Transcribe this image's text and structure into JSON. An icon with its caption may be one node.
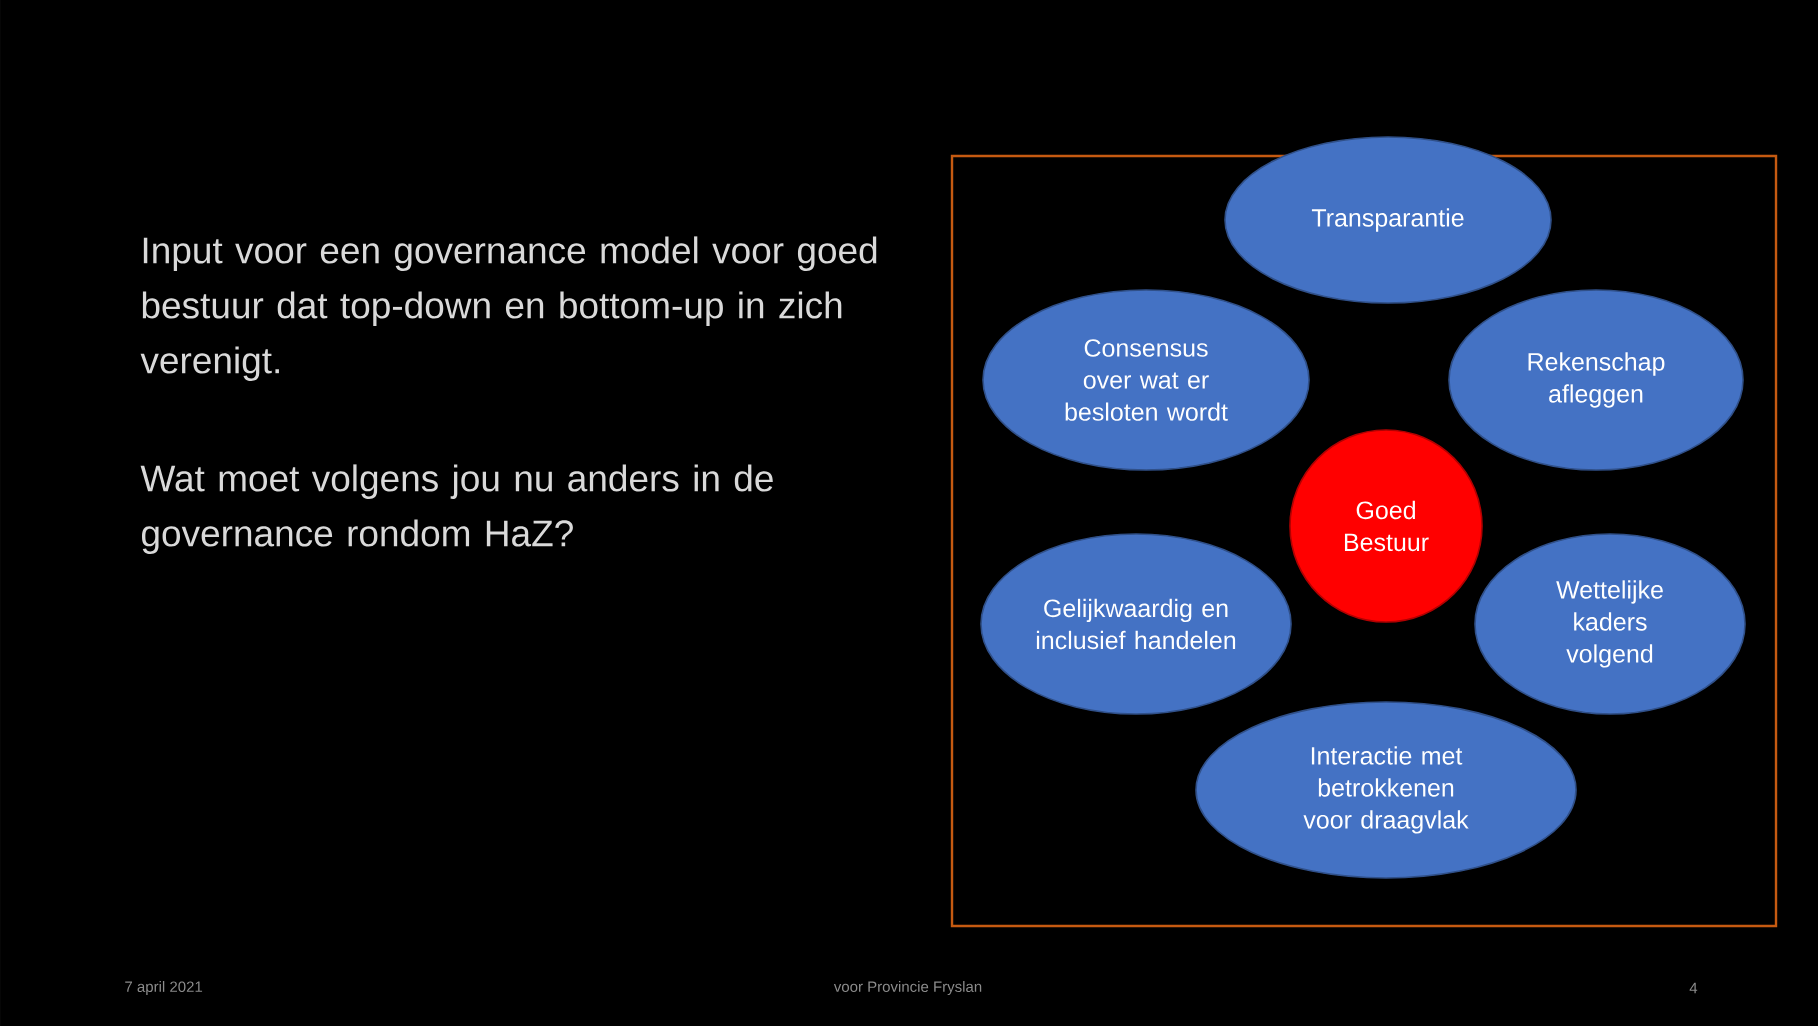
{
  "diagram": {
    "nodes": [
      {
        "text": [
          "Transparantie"
        ]
      },
      {
        "text": [
          "Consensus over wat er besloten wordt"
        ]
      },
      {
        "text": [
          "Rekenschap afleggen"
        ]
      },
      {
        "text": [
          "Goed Bestuur"
        ]
      },
      {
        "text": [
          "Gelijkwaardig en inclusief handelen"
        ]
      },
      {
        "text": [
          "Wettelijke kaders volgend"
        ]
      },
      {
        "text": [
          "Interactie met betrokkenen voor draagvlak"
        ]
      }
    ],
    "labels": [
      "Input voor een governance model voor goed bestuur dat top-down en bottom-up in zich verenigt.",
      "Wat moet volgens jou nu anders in de governance rondom HaZ?",
      "7 april 2021",
      "voor Provincie Fryslan",
      "4"
    ]
  }
}
